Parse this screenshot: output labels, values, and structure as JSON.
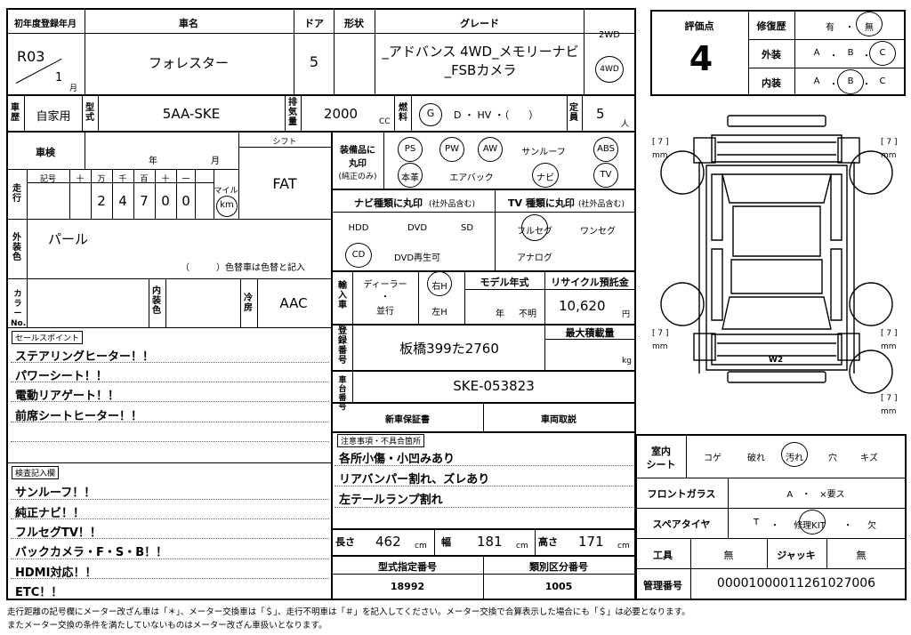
{
  "reg": {
    "first_reg_label": "初年度登録年月",
    "era_year": "R03",
    "month": "1",
    "month_unit": "月",
    "car_name_label": "車名",
    "car_name": "フォレスター",
    "door_label": "ドア",
    "doors": "5",
    "shape_label": "形状",
    "grade_label": "グレード",
    "grade_line1": "_アドバンス 4WD_メモリーナビ",
    "grade_line2": "_FSBカメラ",
    "drive_2wd": "2WD",
    "drive_4wd": "4WD"
  },
  "row2": {
    "usage_label": "車歴",
    "usage": "自家用",
    "model_label": "型式",
    "model": "5AA-SKE",
    "displacement_label": "排気量",
    "displacement": "2000",
    "cc": "CC",
    "fuel_label": "燃料",
    "fuel_g": "G",
    "fuel_rest": "D ・ HV ・（　　）",
    "capacity_label": "定員",
    "capacity": "5",
    "capacity_unit": "人"
  },
  "inspection": {
    "label": "車検",
    "year_unit": "年",
    "month_unit": "月",
    "shift_label": "シフト",
    "shift": "FAT",
    "mileage_label": "走行",
    "code_label": "記号",
    "digit_labels": [
      "十",
      "万",
      "千",
      "百",
      "十",
      "一"
    ],
    "digits": [
      "",
      "2",
      "4",
      "7",
      "0",
      "0"
    ],
    "mile_label": "マイル",
    "km_label": "km"
  },
  "exterior": {
    "label": "外装色",
    "color": "パール",
    "note": "（　　　）色替車は色替と記入",
    "color_no_label": "カラーNo.",
    "interior_label": "内装色",
    "ac_label": "冷房",
    "ac": "AAC"
  },
  "equipment": {
    "label_line1": "装備品に",
    "label_line2": "丸印",
    "label_line3": "(純正のみ)",
    "items": [
      "PS",
      "PW",
      "AW",
      "サンルーフ",
      "ABS",
      "本革",
      "エアバック",
      "ナビ",
      "TV"
    ]
  },
  "navi": {
    "label": "ナビ種類に丸印",
    "sub": "(社外品含む)",
    "items": [
      "HDD",
      "DVD",
      "SD",
      "CD",
      "DVD再生可"
    ]
  },
  "tv": {
    "label": "TV 種類に丸印",
    "sub": "(社外品含む)",
    "items": [
      "フルセグ",
      "ワンセグ",
      "アナログ"
    ]
  },
  "import": {
    "label": "輸入車",
    "dealer": "ディーラー",
    "dot": "・",
    "parallel": "並行",
    "right": "右H",
    "left": "左H",
    "model_year_label": "モデル年式",
    "year_unit": "年",
    "unknown": "不明",
    "recycle_label": "リサイクル預託金",
    "recycle": "10,620",
    "yen": "円"
  },
  "plate": {
    "label": "登録番号",
    "value": "板橋399た2760",
    "max_load_label": "最大積載量",
    "kg": "kg"
  },
  "chassis": {
    "label": "車台番号",
    "value": "SKE-053823"
  },
  "docs": {
    "warranty": "新車保証書",
    "manual": "車両取説"
  },
  "notes": {
    "label": "注意事項・不具合箇所",
    "lines": [
      "各所小傷・小凹みあり",
      "リアバンパー割れ、ズレあり",
      "左テールランプ割れ"
    ]
  },
  "dims": {
    "length_label": "長さ",
    "length": "462",
    "width_label": "幅",
    "width": "181",
    "height_label": "高さ",
    "height": "171",
    "cm": "cm"
  },
  "codes": {
    "type_designation_label": "型式指定番号",
    "type_designation": "18992",
    "category_label": "類別区分番号",
    "category": "1005"
  },
  "sales": {
    "label": "セールスポイント",
    "lines": [
      "ステアリングヒーター！！",
      "パワーシート！！",
      "電動リアゲート！！",
      "前席シートヒーター！！"
    ]
  },
  "check": {
    "label": "検査記入欄",
    "lines": [
      "サンルーフ！！",
      "純正ナビ！！",
      "フルセグTV！！",
      "バックカメラ・F・S・B！！",
      "HDMI対応！！",
      "ETC！！"
    ]
  },
  "eval": {
    "score_label": "評価点",
    "score": "4",
    "repair_label": "修復歴",
    "repair_yes": "有",
    "repair_no": "無",
    "exterior_label": "外装",
    "interior_label": "内装",
    "grades": [
      "A",
      "B",
      "C"
    ],
    "sep": "・"
  },
  "diagram": {
    "mm_marks": [
      "[ 7 ]",
      "[ 7 ]",
      "[ 7 ]",
      "[ 7 ]",
      "[ 7 ]"
    ],
    "mm": "mm",
    "w2": "W2"
  },
  "seat": {
    "label_line1": "室内",
    "label_line2": "シート",
    "items": [
      "コゲ",
      "破れ",
      "汚れ",
      "穴",
      "キズ"
    ]
  },
  "glass": {
    "label": "フロントガラス",
    "value": "A　・　×要ス"
  },
  "spare": {
    "label": "スペアタイヤ",
    "t": "T",
    "kit": "修理KIT",
    "none": "欠",
    "sep": "・"
  },
  "tools": {
    "label": "工具",
    "value": "無",
    "jack_label": "ジャッキ",
    "jack": "無"
  },
  "mgmt": {
    "label": "管理番号",
    "value": "00001000011261027006"
  },
  "footer": {
    "line1": "走行距離の記号欄にメーター改ざん車は「＊」、メーター交換車は「＄」、走行不明車は「＃」を記入してください。メーター交換で合算表示した場合にも「＄」は必要となります。",
    "line2": "またメーター交換の条件を満たしていないものはメーター改ざん車扱いとなります。"
  }
}
